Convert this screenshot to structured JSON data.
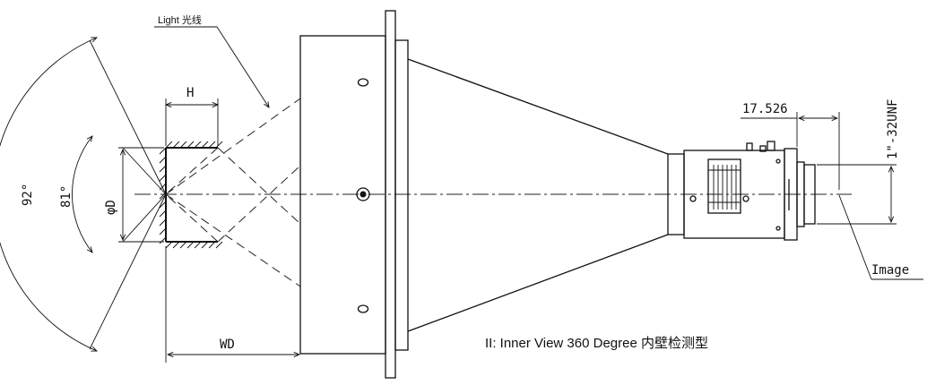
{
  "labels": {
    "light": "Light 光线",
    "h": "H",
    "od": "φD",
    "wd": "WD",
    "angle_outer": "92°",
    "angle_inner": "81°",
    "dim_17526": "17.526",
    "thread": "1\"-32UNF",
    "image": "Image"
  },
  "caption": "II:  Inner View 360 Degree 内壁检测型"
}
